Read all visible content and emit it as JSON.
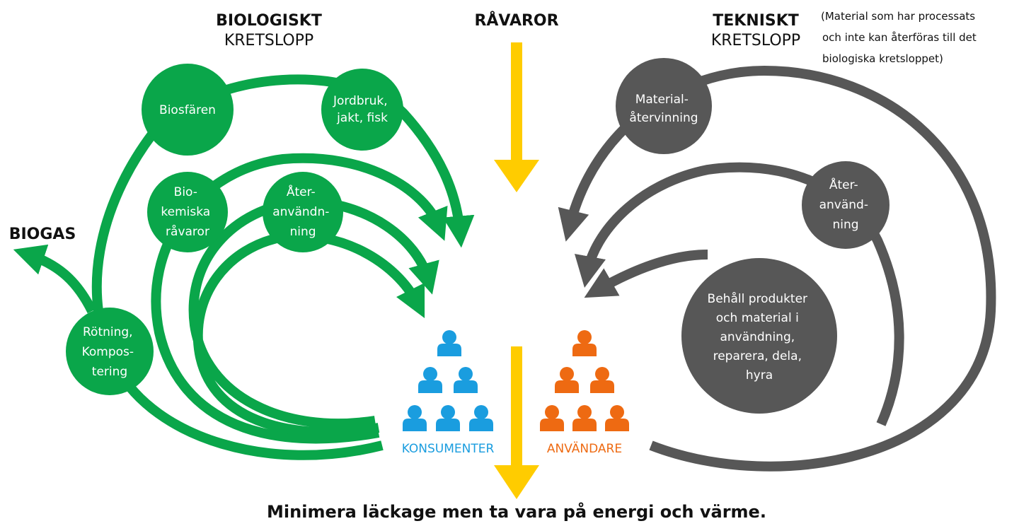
{
  "colors": {
    "biological": "#0aa64a",
    "technical": "#575757",
    "raw_material": "#ffcc00",
    "consumers": "#1a9ddf",
    "users": "#ee6a12",
    "text": "#111111"
  },
  "titles": {
    "biological_bold": "BIOLOGISKT",
    "biological_light": "KRETSLOPP",
    "raw_materials": "RÅVAROR",
    "technical_bold": "TEKNISKT",
    "technical_light": "KRETSLOPP",
    "technical_note": [
      "(Material som har processats",
      "och inte kan återföras till det",
      "biologiska kretsloppet)"
    ],
    "biogas": "BIOGAS"
  },
  "nodes": {
    "biosfaren": [
      "Biosfären"
    ],
    "jordbruk": [
      "Jordbruk,",
      "jakt, fisk"
    ],
    "biokemiska": [
      "Bio-",
      "kemiska",
      "råvaror"
    ],
    "ateranvandning_bio": [
      "Åter-",
      "användn-",
      "ning"
    ],
    "rotning": [
      "Rötning,",
      "Kompos-",
      "tering"
    ],
    "materialatervinning": [
      "Material-",
      "återvinning"
    ],
    "ateranvandning_tek": [
      "Åter-",
      "använd-",
      "ning"
    ],
    "behall": [
      "Behåll produkter",
      "och material i",
      "användning,",
      "reparera, dela,",
      "hyra"
    ]
  },
  "groups": {
    "consumers": "KONSUMENTER",
    "users": "ANVÄNDARE"
  },
  "footer": "Minimera läckage men ta vara på energi och värme.",
  "icons": {
    "person_icon": "person-icon",
    "arrow": "arrow-icon"
  }
}
